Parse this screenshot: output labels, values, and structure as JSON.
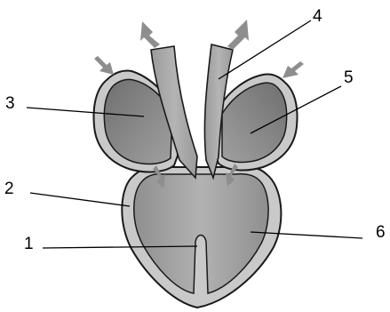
{
  "diagram": {
    "labels": {
      "l1": "1",
      "l2": "2",
      "l3": "3",
      "l4": "4",
      "l5": "5",
      "l6": "6"
    },
    "colors": {
      "wall": "#c6c6c6",
      "wall_outline": "#1a1a1a",
      "chamber": "#9a9a9a",
      "chamber_dark": "#7a7a7a",
      "vessel": "#a5a5a5",
      "arrow": "#8e8e8e",
      "leader_line": "#000000"
    },
    "icons": [
      "arrow-up-left-icon",
      "arrow-up-right-icon",
      "arrow-in-left-icon",
      "arrow-in-right-icon",
      "arrow-down-left-icon",
      "arrow-down-right-icon"
    ]
  }
}
